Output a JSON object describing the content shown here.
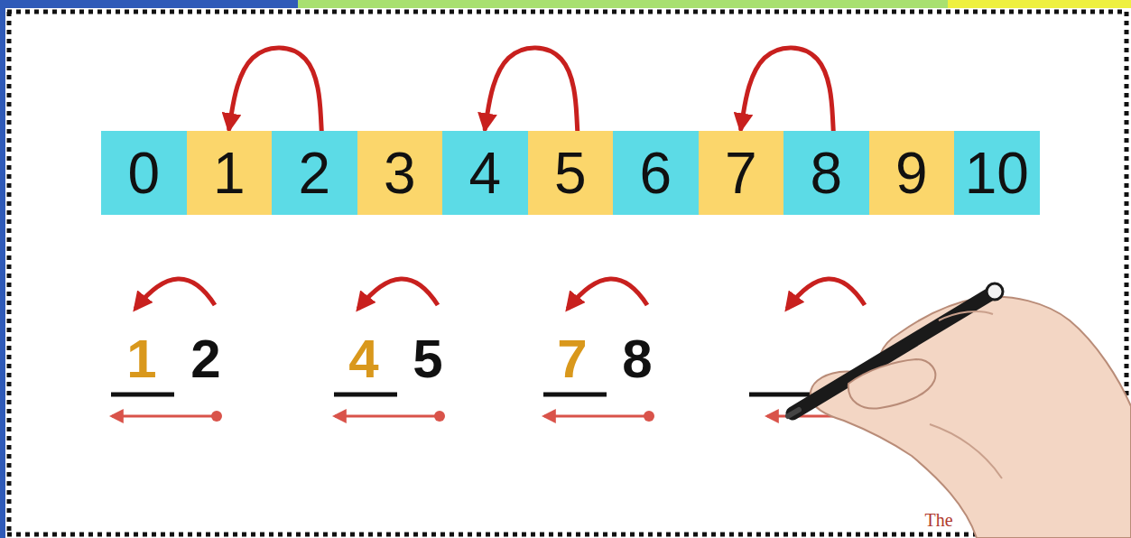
{
  "diagram": {
    "nodes": [
      {
        "text": [
          "0"
        ]
      },
      {
        "text": [
          "1"
        ]
      },
      {
        "text": [
          "2"
        ]
      },
      {
        "text": [
          "3"
        ]
      },
      {
        "text": [
          "4"
        ]
      },
      {
        "text": [
          "5"
        ]
      },
      {
        "text": [
          "6"
        ]
      },
      {
        "text": [
          "7"
        ]
      },
      {
        "text": [
          "8"
        ]
      },
      {
        "text": [
          "9"
        ]
      },
      {
        "text": [
          "10"
        ]
      }
    ],
    "edges": [
      {
        "from": 2,
        "to": 1,
        "arrow": "to"
      },
      {
        "from": 5,
        "to": 4,
        "arrow": "to"
      },
      {
        "from": 8,
        "to": 7,
        "arrow": "to"
      }
    ],
    "labels": [
      "1",
      "2",
      "4",
      "5",
      "7",
      "8",
      "The"
    ]
  }
}
